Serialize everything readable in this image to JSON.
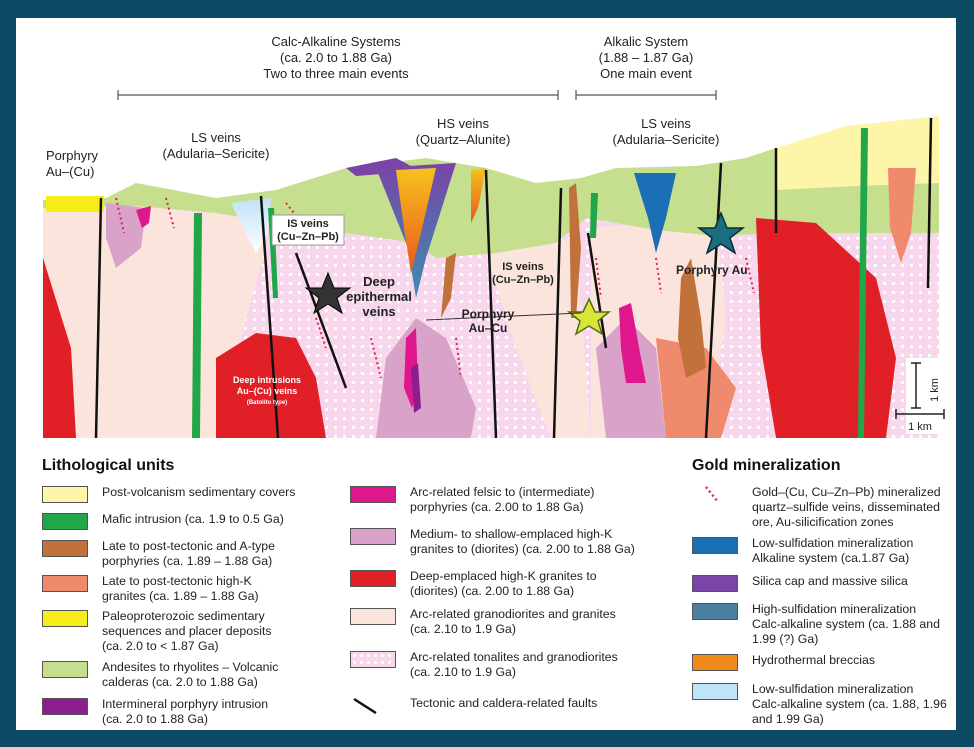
{
  "header": {
    "calc_alkaline": {
      "line1": "Calc-Alkaline Systems",
      "line2": "(ca. 2.0 to 1.88 Ga)",
      "line3": "Two to three main events"
    },
    "alkalic": {
      "line1": "Alkalic System",
      "line2": "(1.88 – 1.87 Ga)",
      "line3": "One main event"
    }
  },
  "labels": {
    "porphyry_au_cu_top": {
      "line1": "Porphyry",
      "line2": "Au–(Cu)"
    },
    "ls_veins_left": {
      "line1": "LS veins",
      "line2": "(Adularia–Sericite)"
    },
    "hs_veins": {
      "line1": "HS veins",
      "line2": "(Quartz–Alunite)"
    },
    "ls_veins_right": {
      "line1": "LS veins",
      "line2": "(Adularia–Sericite)"
    },
    "is_veins_left": {
      "line1": "IS veins",
      "line2": "(Cu–Zn–Pb)"
    },
    "is_veins_mid": {
      "line1": "IS veins",
      "line2": "(Cu–Zn–Pb)"
    },
    "deep_epithermal": {
      "line1": "Deep",
      "line2": "epithermal",
      "line3": "veins"
    },
    "porphyry_au_cu_mid": {
      "line1": "Porphyry",
      "line2": "Au–Cu"
    },
    "porphyry_au": "Porphyry Au",
    "deep_intrusions": {
      "line1": "Deep intrusions",
      "line2": "Au–(Cu) veins",
      "line3": "(Batolito type)"
    },
    "scale_vertical": "1 km",
    "scale_horizontal": "1 km"
  },
  "legend": {
    "lithological_title": "Lithological units",
    "gold_title": "Gold mineralization",
    "col1": [
      {
        "color": "#fdf6a8",
        "label": "Post-volcanism sedimentary covers"
      },
      {
        "color": "#22a64a",
        "label": "Mafic intrusion (ca. 1.9 to 0.5 Ga)"
      },
      {
        "color": "#c0723a",
        "label": "Late to post-tectonic and A-type\nporphyries (ca. 1.89 – 1.88 Ga)"
      },
      {
        "color": "#f08a6c",
        "label": "Late to post-tectonic high-K\ngranites (ca. 1.89 – 1.88 Ga)"
      },
      {
        "color": "#f7ec1c",
        "label": "Paleoproterozoic sedimentary\nsequences and placer deposits\n(ca. 2.0 to < 1.87 Ga)"
      },
      {
        "color": "#c5df8e",
        "label": "Andesites to rhyolites – Volcanic\ncalderas (ca. 2.0 to 1.88 Ga)"
      },
      {
        "color": "#8e1e8e",
        "label": "Intermineral porphyry intrusion\n(ca. 2.0 to 1.88 Ga)"
      }
    ],
    "col2": [
      {
        "color": "#e0168c",
        "label": "Arc-related felsic to (intermediate)\nporphyries (ca. 2.00 to 1.88 Ga)"
      },
      {
        "color": "#d9a3c9",
        "label": "Medium- to shallow-emplaced high-K\ngranites to (diorites) (ca. 2.00 to 1.88 Ga)"
      },
      {
        "color": "#e01f26",
        "label": "Deep-emplaced high-K  granites to\n(diorites) (ca. 2.00 to 1.88 Ga)"
      },
      {
        "color": "#fbe4dc",
        "label": "Arc-related granodiorites and granites\n(ca. 2.10 to 1.9 Ga)"
      },
      {
        "color": "#f8d6ec",
        "label": "Arc-related tonalites and granodiorites\n(ca. 2.10 to 1.9 Ga)"
      },
      {
        "color": "none",
        "label": "Tectonic and caldera-related faults"
      }
    ],
    "col3": [
      {
        "color": "#e8204a",
        "label": "Gold–(Cu, Cu–Zn–Pb) mineralized\nquartz–sulfide veins, disseminated\nore, Au-silicification zones"
      },
      {
        "color": "#1a6fb5",
        "label": "Low-sulfidation mineralization\nAlkaline system (ca.1.87 Ga)"
      },
      {
        "color": "#7a44a8",
        "label": "Silica cap and massive silica"
      },
      {
        "color": "#4a7fa0",
        "label": "High-sulfidation mineralization\nCalc-alkaline system (ca. 1.88 and\n1.99 (?) Ga)"
      },
      {
        "color": "#f08a1c",
        "label": "Hydrothermal breccias"
      },
      {
        "color": "#bfe3f7",
        "label": "Low-sulfidation mineralization\nCalc-alkaline system (ca. 1.88, 1.96\nand 1.99 Ga)"
      }
    ]
  }
}
